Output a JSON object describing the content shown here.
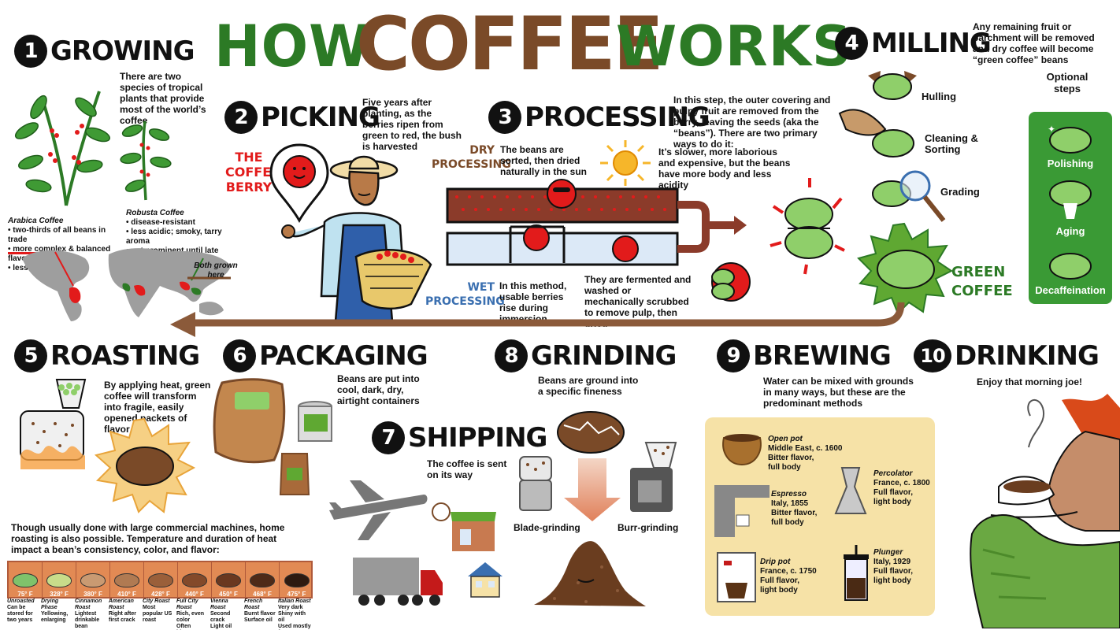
{
  "title": {
    "how": "HOW",
    "coffee": "COFFEE",
    "works": "WORKS"
  },
  "colors": {
    "green": "#2c7a25",
    "brown": "#7a4a28",
    "blue": "#3a6fb0",
    "red": "#e21b1b",
    "beige": "#f6e2a7",
    "roast_border": "#b05a3a"
  },
  "growing": {
    "num": "1",
    "heading": "GROWING",
    "intro": "There are two species of tropical plants that provide most of the world’s coffee",
    "arabica": {
      "name": "Arabica Coffee",
      "points": [
        "two-thirds of all beans in trade",
        "more complex & balanced flavor",
        "less caffeine"
      ]
    },
    "robusta": {
      "name": "Robusta Coffee",
      "points": [
        "disease-resistant",
        "less acidic; smoky, tarry aroma",
        "not prominent until late 1800’s"
      ]
    },
    "both": "Both grown here"
  },
  "picking": {
    "num": "2",
    "heading": "PICKING",
    "text": "Five years after planting, as the berries ripen from green to red, the bush is harvested",
    "berry_label": "THE COFFEE BERRY"
  },
  "processing": {
    "num": "3",
    "heading": "PROCESSING",
    "intro": "In this step, the outer covering and pulpy fruit are removed from the berry, leaving the seeds (aka the “beans”). There are two primary ways to do it:",
    "dry_label": "DRY PROCESSING",
    "dry_text": "The beans are sorted, then dried naturally in the sun",
    "dry_note": "It’s slower, more laborious and expensive, but the beans have more body and less acidity",
    "wet_label": "WET PROCESSING",
    "wet_text": "In this method, usable berries rise during immersion",
    "wet_note": "They are fermented and washed or mechanically scrubbed to remove pulp, then dried"
  },
  "milling": {
    "num": "4",
    "heading": "MILLING",
    "intro": "Any remaining fruit or parchment will be removed and dry coffee will become “green coffee” beans",
    "steps": [
      "Hulling",
      "Cleaning & Sorting",
      "Grading"
    ],
    "optional_title": "Optional steps",
    "optional": [
      "Polishing",
      "Aging",
      "Decaffeination"
    ],
    "green_coffee": "GREEN COFFEE"
  },
  "roasting": {
    "num": "5",
    "heading": "ROASTING",
    "text": "By applying heat, green coffee will transform into fragile, easily opened packets of flavor",
    "home": "Though usually done with large commercial machines, home roasting is also possible.  Temperature and duration of heat impact a bean’s consistency, color, and flavor:",
    "scale": [
      {
        "temp": "75° F",
        "name": "Unroasted",
        "notes": [
          "Can be stored for two years"
        ],
        "color": "#7fc26b"
      },
      {
        "temp": "328° F",
        "name": "Drying Phase",
        "notes": [
          "Yellowing, enlarging"
        ],
        "color": "#c8dc8a"
      },
      {
        "temp": "380° F",
        "name": "Cinnamon Roast",
        "notes": [
          "Lightest drinkable bean"
        ],
        "color": "#c99a72"
      },
      {
        "temp": "410° F",
        "name": "American Roast",
        "notes": [
          "Right after first crack"
        ],
        "color": "#b07a52"
      },
      {
        "temp": "428° F",
        "name": "City Roast",
        "notes": [
          "Most popular US roast"
        ],
        "color": "#9a5f3a"
      },
      {
        "temp": "440° F",
        "name": "Full City Roast",
        "notes": [
          "Rich, even color",
          "Often bittersweet"
        ],
        "color": "#83492a"
      },
      {
        "temp": "450° F",
        "name": "Vienna Roast",
        "notes": [
          "Second crack",
          "Light oil"
        ],
        "color": "#6a3820"
      },
      {
        "temp": "468° F",
        "name": "French Roast",
        "notes": [
          "Burnt flavor",
          "Surface oil"
        ],
        "color": "#4e2a18"
      },
      {
        "temp": "475° F",
        "name": "Italian Roast",
        "notes": [
          "Very dark",
          "Shiny with oil",
          "Used mostly for espresso"
        ],
        "color": "#2e1a10"
      }
    ]
  },
  "packaging": {
    "num": "6",
    "heading": "PACKAGING",
    "text": "Beans are put into cool, dark, dry, airtight containers"
  },
  "shipping": {
    "num": "7",
    "heading": "SHIPPING",
    "text": "The coffee is sent on its way"
  },
  "grinding": {
    "num": "8",
    "heading": "GRINDING",
    "text": "Beans are ground into a specific fineness",
    "blade": "Blade-grinding",
    "burr": "Burr-grinding"
  },
  "brewing": {
    "num": "9",
    "heading": "BREWING",
    "text": "Water can be mixed with grounds in many ways, but these are the predominant methods",
    "methods": [
      {
        "name": "Open pot",
        "origin": "Middle East, c. 1600",
        "flavor": "Bitter flavor,",
        "body": "full body"
      },
      {
        "name": "Percolator",
        "origin": "France, c. 1800",
        "flavor": "Full flavor,",
        "body": "light body"
      },
      {
        "name": "Espresso",
        "origin": "Italy, 1855",
        "flavor": "Bitter flavor,",
        "body": "full body"
      },
      {
        "name": "Drip pot",
        "origin": "France, c. 1750",
        "flavor": "Full flavor,",
        "body": "light body"
      },
      {
        "name": "Plunger",
        "origin": "Italy, 1929",
        "flavor": "Full flavor,",
        "body": "light body"
      }
    ]
  },
  "drinking": {
    "num": "10",
    "heading": "DRINKING",
    "text": "Enjoy that morning joe!"
  }
}
